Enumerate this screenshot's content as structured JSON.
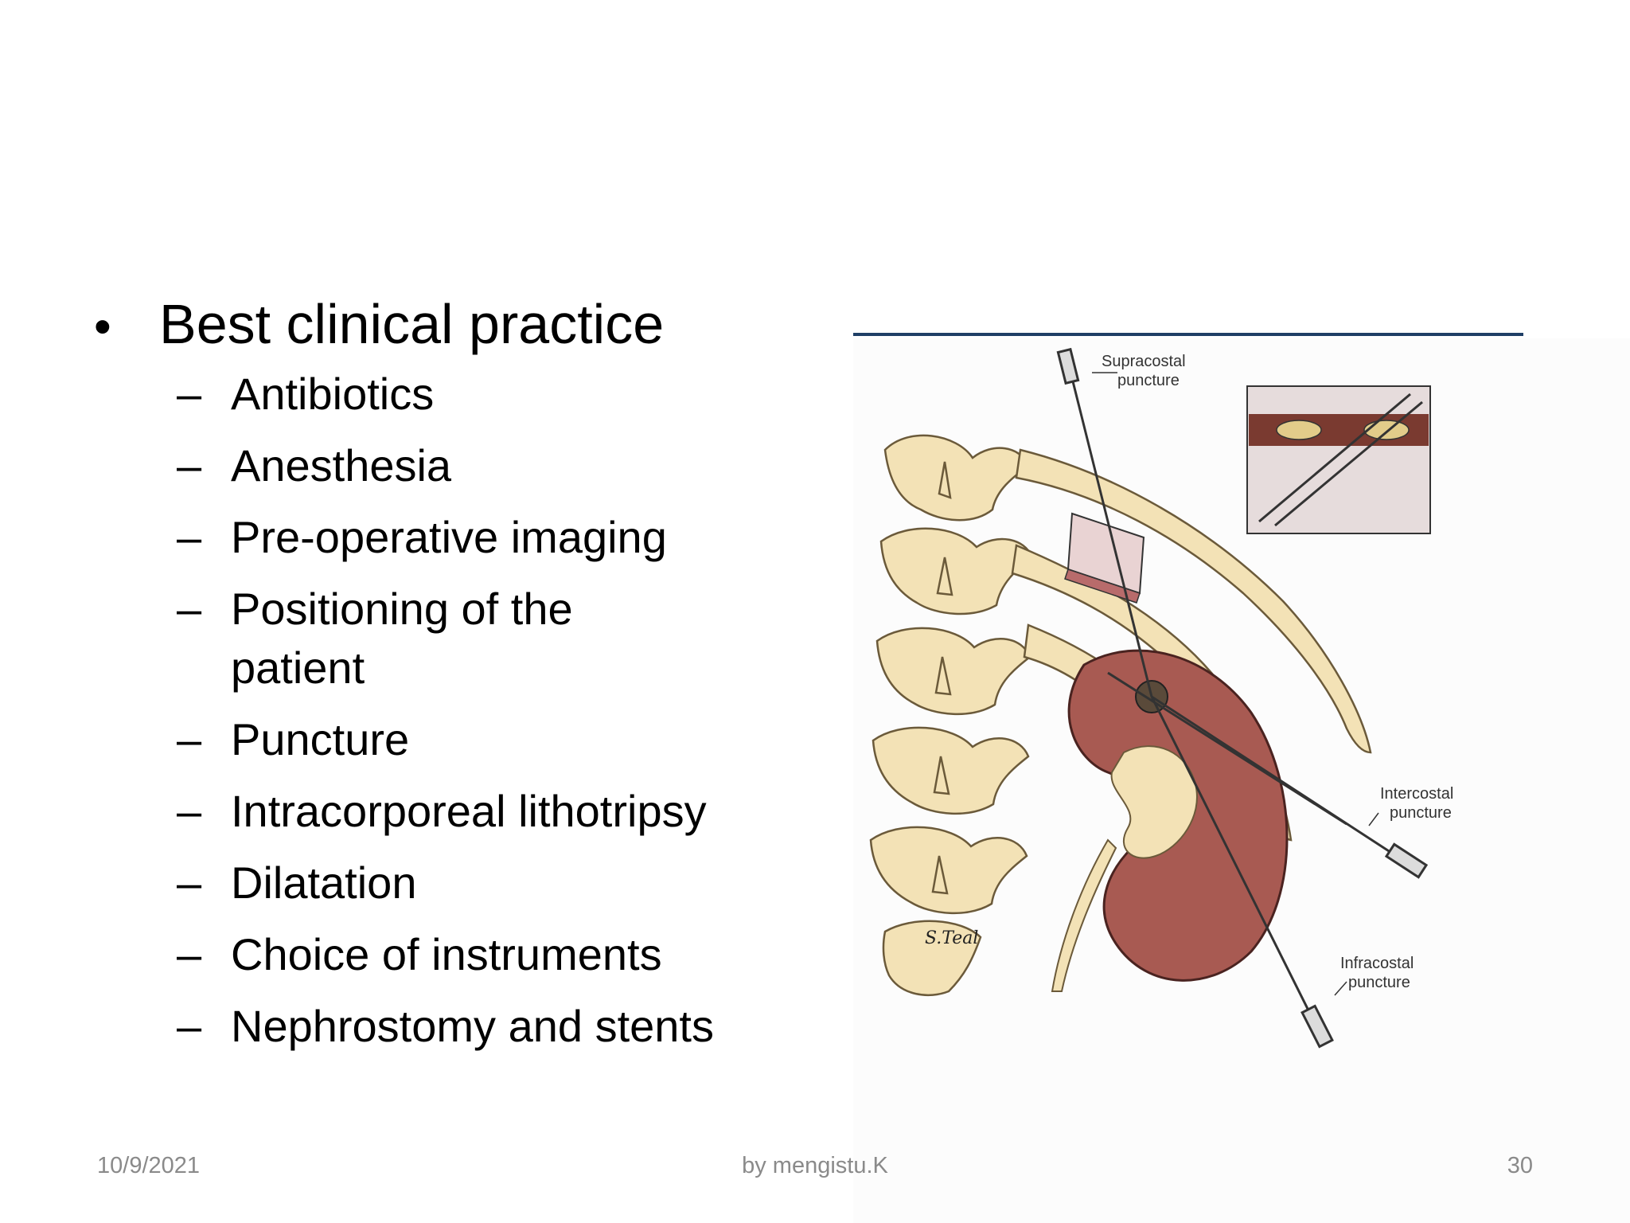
{
  "slide": {
    "main_bullet": "Best clinical practice",
    "sub_bullets": [
      "Antibiotics",
      "Anesthesia",
      "Pre-operative imaging",
      "Positioning of the patient",
      "Puncture",
      "Intracorporeal lithotripsy",
      "Dilatation",
      "Choice of instruments",
      "Nephrostomy and stents"
    ],
    "bullet_symbol": "•",
    "dash_symbol": "–"
  },
  "figure": {
    "labels": {
      "supracostal_1": "Supracostal",
      "supracostal_2": "puncture",
      "intercostal_1": "Intercostal",
      "intercostal_2": "puncture",
      "infracostal_1": "Infracostal",
      "infracostal_2": "puncture",
      "signature": "S.Teal"
    },
    "colors": {
      "bone": "#f3e2b6",
      "kidney": "#a85a52",
      "rule": "#1f3f66"
    }
  },
  "footer": {
    "date": "10/9/2021",
    "author": "by mengistu.K",
    "page": "30"
  }
}
